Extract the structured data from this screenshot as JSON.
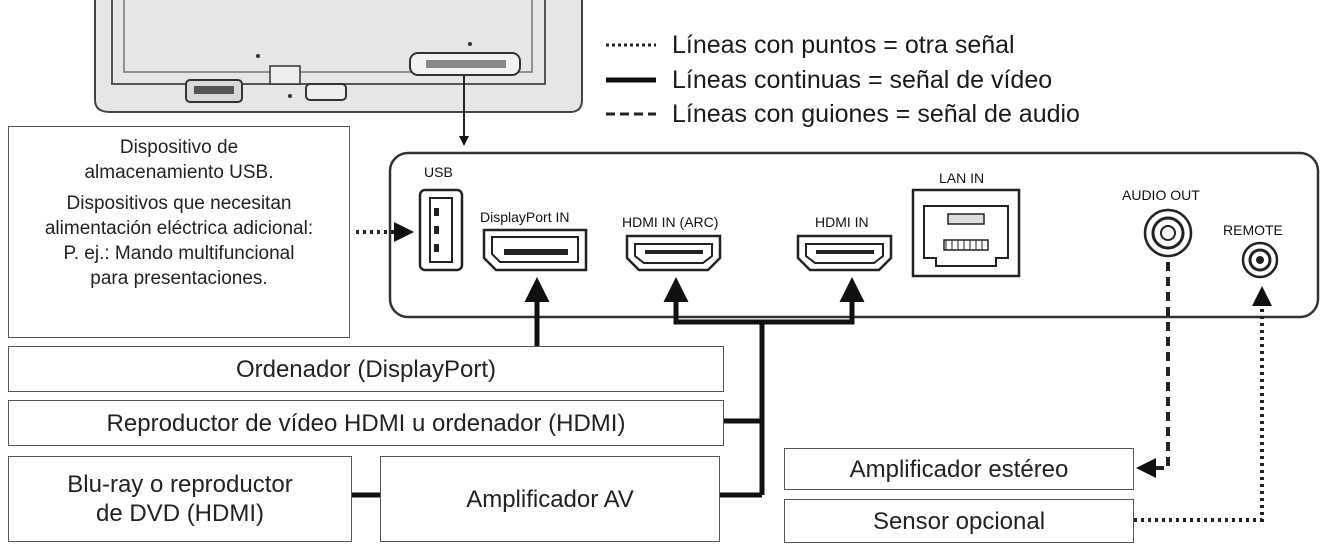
{
  "legend": {
    "dotted": "Líneas con puntos = otra señal",
    "solid": "Líneas continuas = señal de vídeo",
    "dashed": "Líneas con guiones = señal de audio"
  },
  "ports": {
    "usb": "USB",
    "displayport_in": "DisplayPort IN",
    "hdmi_arc": "HDMI IN (ARC)",
    "hdmi_in": "HDMI IN",
    "lan_in": "LAN IN",
    "audio_out": "AUDIO OUT",
    "remote": "REMOTE"
  },
  "usb_device": {
    "line1": "Dispositivo de",
    "line2": "almacenamiento USB.",
    "line3": "Dispositivos que necesitan",
    "line4": "alimentación eléctrica adicional:",
    "line5": "P. ej.: Mando multifuncional",
    "line6": "para presentaciones."
  },
  "devices": {
    "computer_dp": "Ordenador (DisplayPort)",
    "hdmi_player": "Reproductor de vídeo HDMI u ordenador (HDMI)",
    "bluray_line1": "Blu-ray o reproductor",
    "bluray_line2": "de DVD (HDMI)",
    "av_amp": "Amplificador AV",
    "stereo_amp": "Amplificador estéreo",
    "sensor": "Sensor opcional"
  }
}
